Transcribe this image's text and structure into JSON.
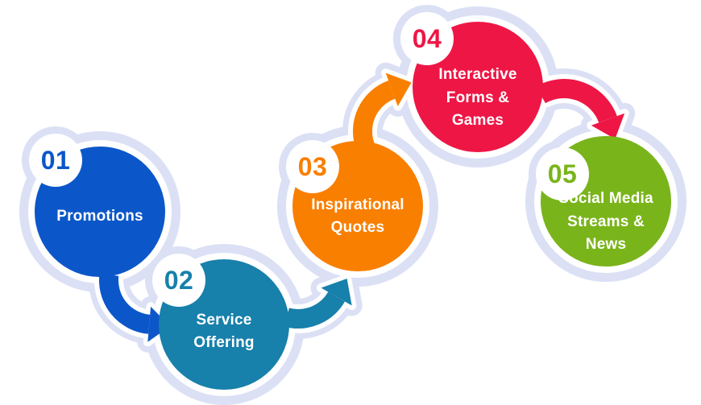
{
  "theme": {
    "background": "#FFFFFF",
    "halo": "#DBE0F5",
    "ring": "#FFFFFF",
    "label_text": "#FFFFFF"
  },
  "steps": [
    {
      "number": "01",
      "label": "Promotions",
      "color": "#0B57C9"
    },
    {
      "number": "02",
      "label": "Service\nOffering",
      "color": "#1780AB"
    },
    {
      "number": "03",
      "label": "Inspirational\nQuotes",
      "color": "#F97F00"
    },
    {
      "number": "04",
      "label": "Interactive\nForms &\nGames",
      "color": "#EE1645"
    },
    {
      "number": "05",
      "label": "Social Media\nStreams &\nNews",
      "color": "#7AB41B"
    }
  ],
  "connectors": [
    {
      "from": "01",
      "to": "02",
      "color": "#0B57C9"
    },
    {
      "from": "02",
      "to": "03",
      "color": "#1780AB"
    },
    {
      "from": "03",
      "to": "04",
      "color": "#F97F00"
    },
    {
      "from": "04",
      "to": "05",
      "color": "#EE1645"
    }
  ]
}
